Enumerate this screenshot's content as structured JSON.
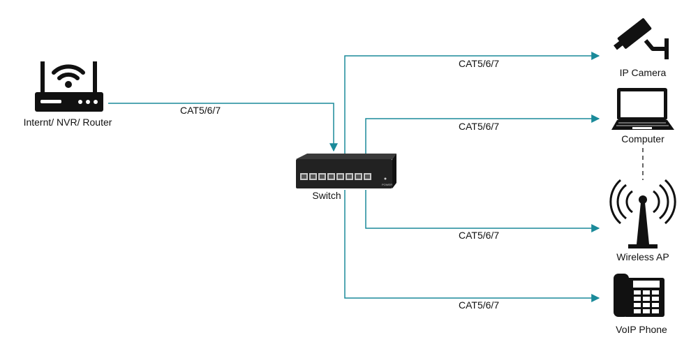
{
  "colors": {
    "cable": "#1a8a9a",
    "device": "#111111",
    "switch_body": "#2a2a2a",
    "port": "#c8c8c8",
    "dashed_link": "#333333"
  },
  "devices": {
    "router": {
      "label": "Internt/ NVR/ Router",
      "icon": "wifi-router-icon"
    },
    "switch": {
      "label": "Switch",
      "icon": "network-switch-icon",
      "port_count": 8,
      "power_label": "POWER"
    },
    "camera": {
      "label": "IP Camera",
      "icon": "ip-camera-icon"
    },
    "computer": {
      "label": "Computer",
      "icon": "laptop-icon"
    },
    "ap": {
      "label": "Wireless AP",
      "icon": "wireless-ap-icon"
    },
    "phone": {
      "label": "VoIP Phone",
      "icon": "voip-phone-icon"
    }
  },
  "cables": {
    "router_to_switch": "CAT5/6/7",
    "switch_to_camera": "CAT5/6/7",
    "switch_to_computer": "CAT5/6/7",
    "switch_to_ap": "CAT5/6/7",
    "switch_to_phone": "CAT5/6/7"
  }
}
